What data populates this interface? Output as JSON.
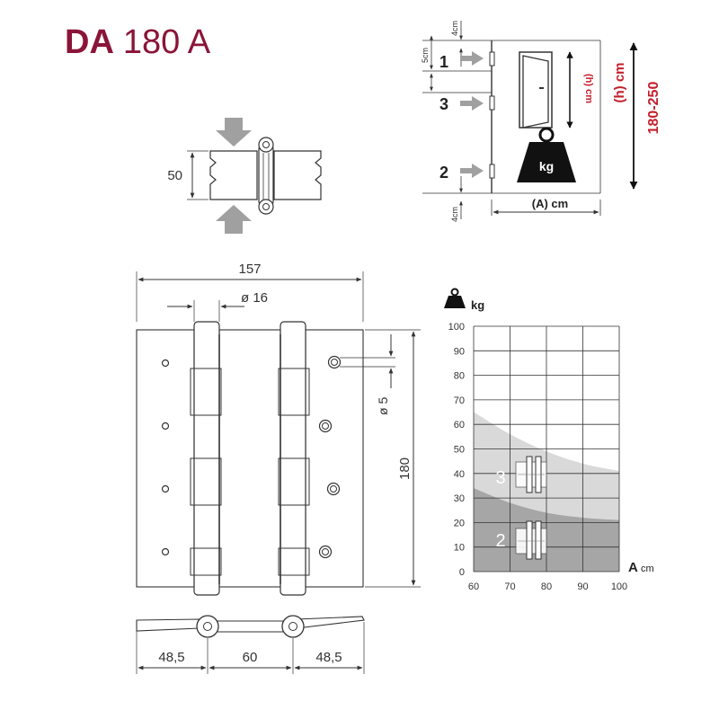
{
  "title": {
    "model": "DA",
    "suffix": "180 A"
  },
  "colors": {
    "brand": "#8a1538",
    "line": "#333333",
    "arrow": "#a0a0a0",
    "red": "#c41e2a",
    "zone2": "#a6a6a6",
    "zone3": "#d9d9d9",
    "grid": "#333333"
  },
  "thickness_view": {
    "dim": "50"
  },
  "door_scheme": {
    "hinges": [
      "1",
      "3",
      "2"
    ],
    "spacing_top": "4cm",
    "spacing_mid": "5cm",
    "spacing_bottom": "4cm",
    "weight_label": "kg",
    "width_label": "(A) cm",
    "height_small": "(h) cm",
    "height_big": "(h) cm",
    "height_range": "180-250"
  },
  "front_view": {
    "width": "157",
    "barrel": "ø 16",
    "hole": "ø 5",
    "height": "180"
  },
  "side_view": {
    "dims": [
      "48,5",
      "60",
      "48,5"
    ]
  },
  "chart_data": {
    "type": "area",
    "xlabel": "A",
    "xunit": "cm",
    "ylabel": "kg",
    "x_ticks": [
      "60",
      "70",
      "80",
      "90",
      "100"
    ],
    "y_ticks": [
      "0",
      "10",
      "20",
      "30",
      "40",
      "50",
      "60",
      "70",
      "80",
      "90",
      "100"
    ],
    "xlim": [
      60,
      100
    ],
    "ylim": [
      0,
      100
    ],
    "grid": true,
    "series": [
      {
        "name": "3",
        "x": [
          60,
          70,
          80,
          90,
          100
        ],
        "values": [
          65,
          56,
          49,
          44,
          41
        ]
      },
      {
        "name": "2",
        "x": [
          60,
          70,
          80,
          90,
          100
        ],
        "values": [
          34,
          28,
          24,
          22,
          21
        ]
      }
    ]
  }
}
